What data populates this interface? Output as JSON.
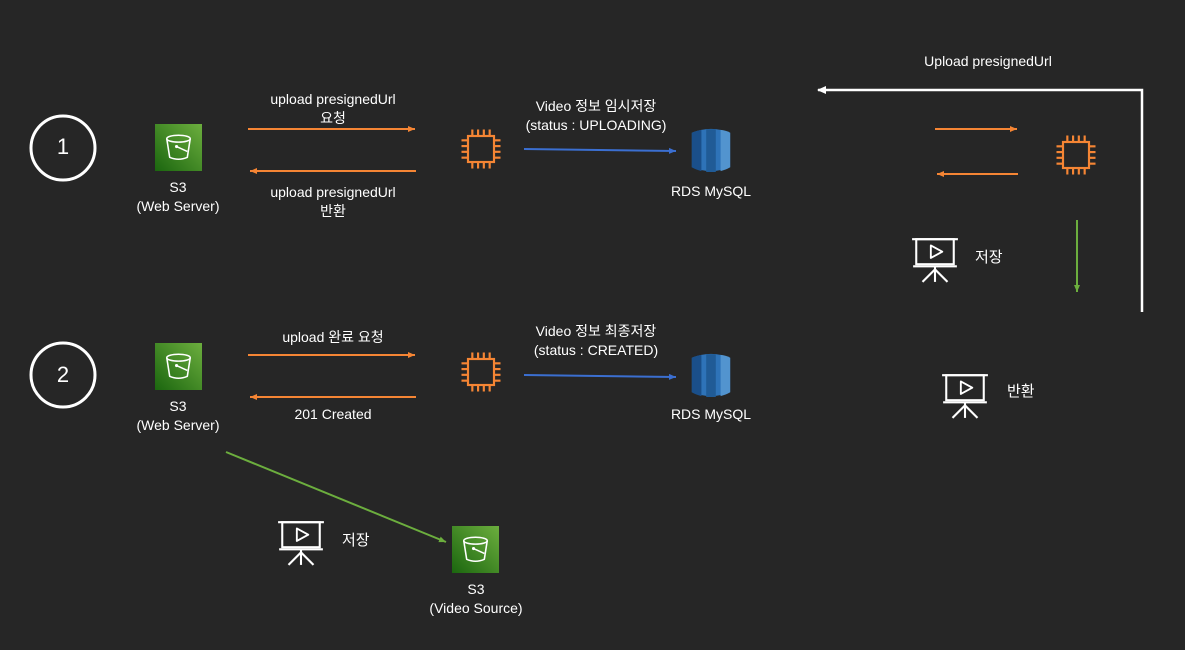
{
  "colors": {
    "background": "#262626",
    "s3_green_dark": "#1b660f",
    "s3_green_light": "#6cae3e",
    "ec2_orange": "#f58534",
    "rds_blue": "#2e73b8",
    "arrow_orange": "#f58534",
    "arrow_blue": "#3b6fd1",
    "arrow_green": "#6cae3e",
    "arrow_white": "#ffffff"
  },
  "steps": [
    {
      "number": "1"
    },
    {
      "number": "2"
    }
  ],
  "row1": {
    "s3_label": [
      "S3",
      "(Web Server)"
    ],
    "request_label": [
      "upload presignedUrl",
      "요청"
    ],
    "response_label": [
      "upload presignedUrl",
      "반환"
    ],
    "db_write_label": [
      "Video 정보 임시저장",
      "(status : UPLOADING)"
    ],
    "db_label": "RDS MySQL"
  },
  "row2": {
    "s3_label": [
      "S3",
      "(Web Server)"
    ],
    "request_label": "upload 완료 요청",
    "response_label": "201 Created",
    "db_write_label": [
      "Video 정보 최종저장",
      "(status : CREATED)"
    ],
    "db_label": "RDS MySQL"
  },
  "video_source": {
    "s3_label": [
      "S3",
      "(Video Source)"
    ],
    "store_label": "저장"
  },
  "right_side": {
    "upload_label": "Upload presignedUrl",
    "store_label": "저장",
    "return_label": "반환"
  },
  "icons": {
    "s3": "s3-bucket-icon",
    "ec2": "ec2-chip-icon",
    "rds": "rds-database-icon",
    "video": "video-presentation-icon"
  }
}
